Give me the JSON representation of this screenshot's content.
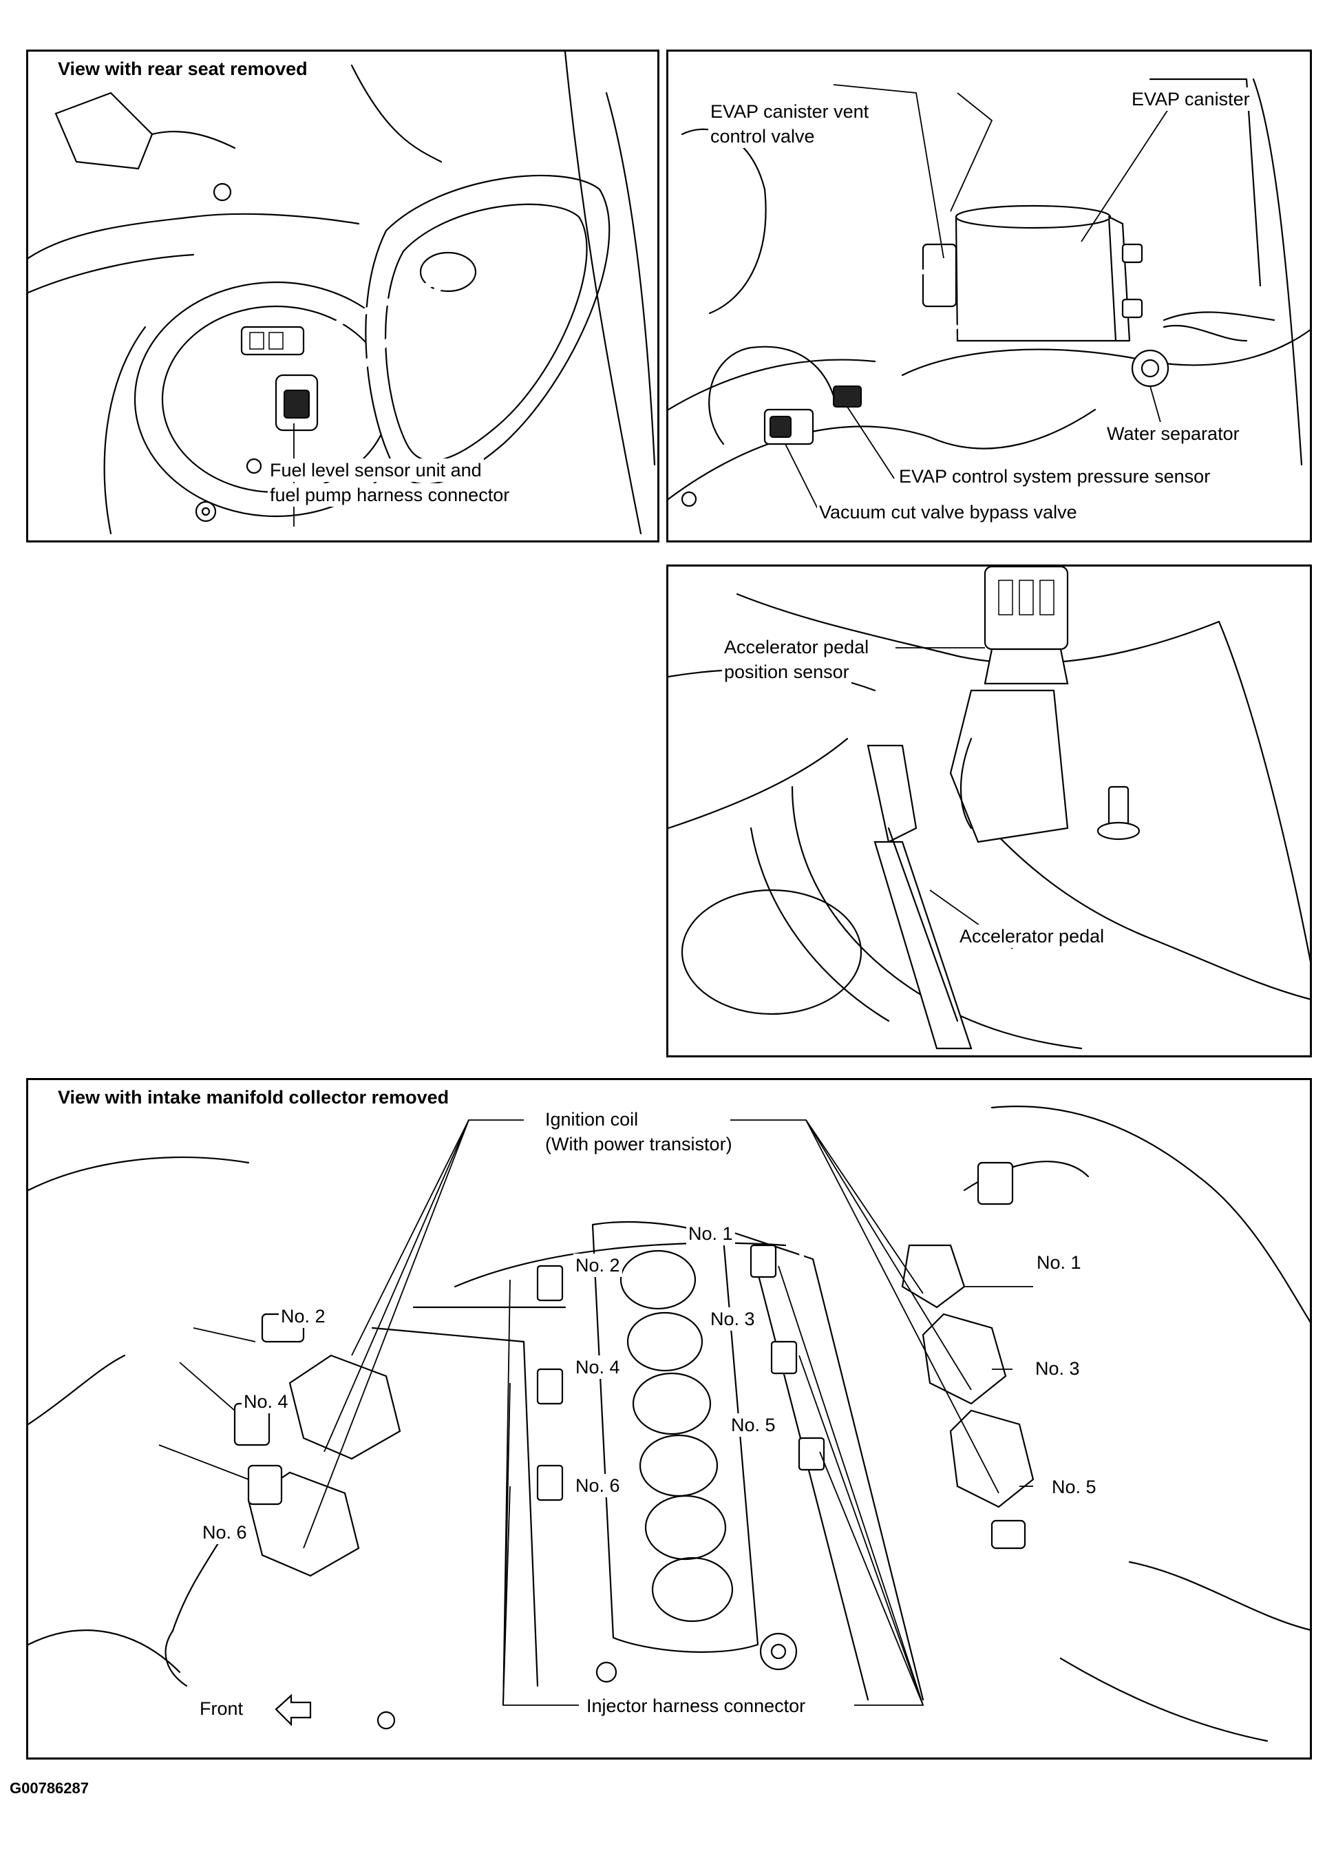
{
  "panels": {
    "fuel": {
      "title": "View with rear seat removed",
      "label_line1": "Fuel level sensor unit and",
      "label_line2": "fuel pump harness connector"
    },
    "evap": {
      "vent_line1": "EVAP canister vent",
      "vent_line2": "control valve",
      "canister": "EVAP canister",
      "water_separator": "Water separator",
      "pressure_sensor": "EVAP control system pressure sensor",
      "bypass_valve": "Vacuum cut valve bypass valve"
    },
    "pedal": {
      "sensor_line1": "Accelerator pedal",
      "sensor_line2": "position sensor",
      "pedal": "Accelerator pedal"
    },
    "engine": {
      "title": "View with intake manifold collector removed",
      "ignition_line1": "Ignition coil",
      "ignition_line2": "(With power transistor)",
      "injector_connector": "Injector harness connector",
      "front": "Front",
      "numbers": {
        "no1": "No. 1",
        "no2": "No. 2",
        "no3": "No. 3",
        "no4": "No. 4",
        "no5": "No. 5",
        "no6": "No. 6"
      }
    }
  },
  "figure_code": "G00786287",
  "icons": [
    "front-arrow-icon"
  ]
}
